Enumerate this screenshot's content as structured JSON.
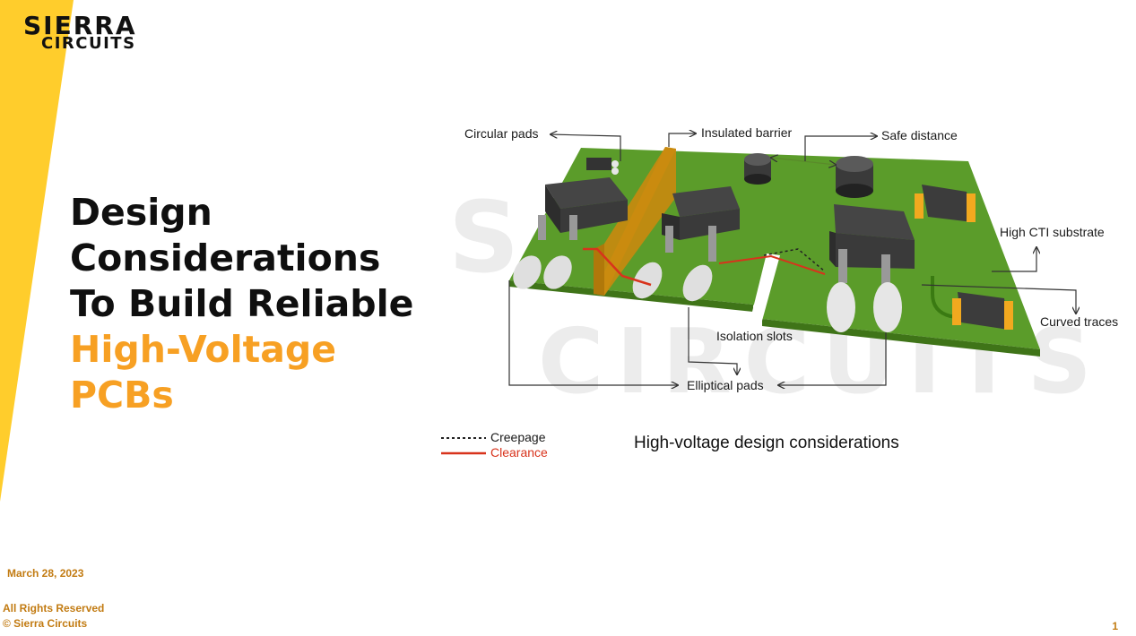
{
  "brand": {
    "logo_line1": "SIERRA",
    "logo_line2": "CIRCUITS",
    "accent_color": "#f7a023",
    "stripe_color": "#ffcd2c"
  },
  "title": {
    "line1": "Design",
    "line2": "Considerations",
    "line3": "To Build Reliable",
    "line4": "High-Voltage",
    "line5": "PCBs"
  },
  "diagram": {
    "labels": {
      "circular_pads": "Circular pads",
      "insulated_barrier": "Insulated barrier",
      "safe_distance": "Safe distance",
      "high_cti_substrate": "High CTI substrate",
      "curved_traces": "Curved traces",
      "isolation_slots": "Isolation slots",
      "elliptical_pads": "Elliptical pads"
    },
    "legend": {
      "creepage": "Creepage",
      "clearance": "Clearance"
    },
    "caption": "High-voltage design considerations",
    "colors": {
      "board": "#5b9c2a",
      "barrier": "#c98a0e",
      "component": "#333333",
      "clearance": "#d8331c"
    }
  },
  "footer": {
    "date": "March 28, 2023",
    "rights": "All Rights Reserved",
    "copyright": "© Sierra Circuits",
    "page_number": "1"
  }
}
